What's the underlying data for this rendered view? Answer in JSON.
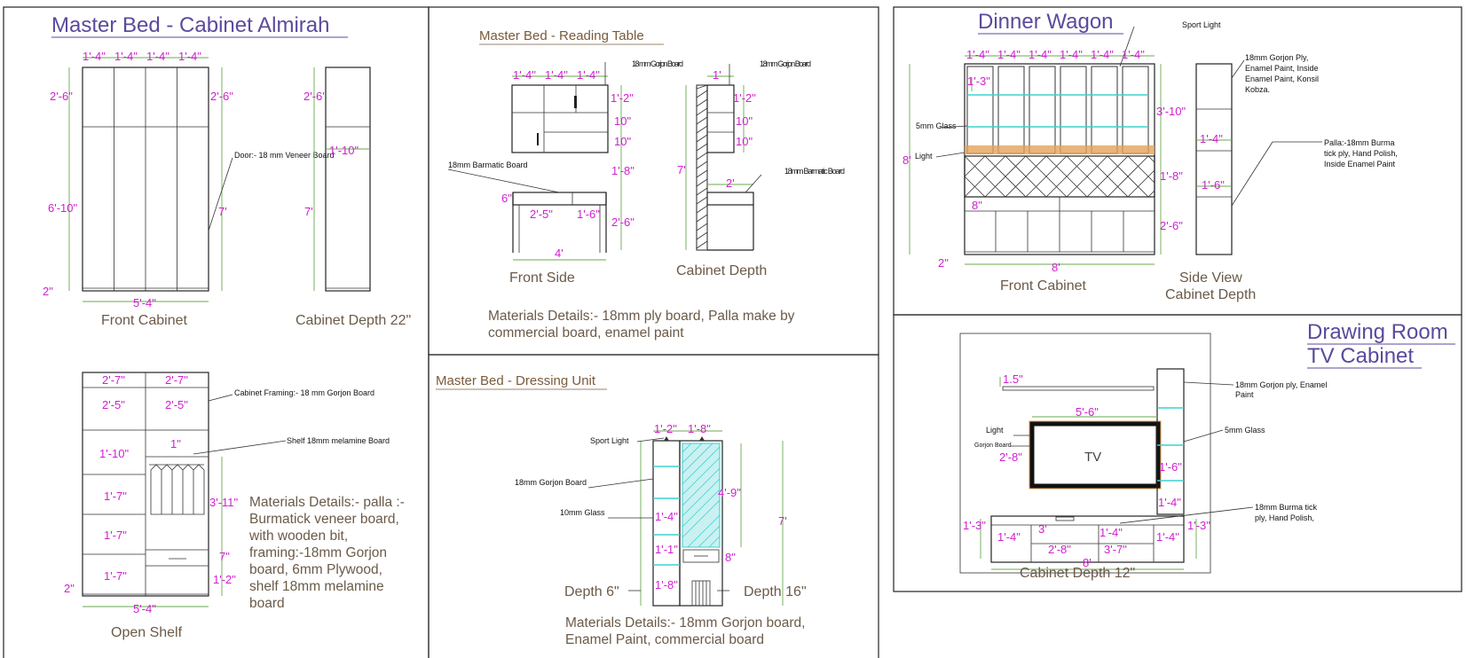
{
  "almirah": {
    "title": "Master Bed - Cabinet Almirah",
    "top_dims": [
      "1'-4\"",
      "1'-4\"",
      "1'-4\"",
      "1'-4\""
    ],
    "left_top": "2'-6\"",
    "right_top": "2'-6\"",
    "left_height": "6'-10\"",
    "right_height": "7'",
    "base": "2\"",
    "width": "5'-4\"",
    "door_note": "Door:- 18 mm Veneer Board",
    "front_caption": "Front Cabinet",
    "depth_top": "2'-6'",
    "depth_width": "1'-10\"",
    "depth_height": "7'",
    "depth_caption": "Cabinet Depth 22\""
  },
  "open_shelf": {
    "dims_left": [
      "2'-7\"",
      "2'-5\"",
      "1'-10\"",
      "1'-7\"",
      "1'-7\"",
      "1'-7\""
    ],
    "dims_right": [
      "2'-7\"",
      "2'-5\""
    ],
    "gap": "1\"",
    "hang": "3'-11\"",
    "drawer1": "7\"",
    "drawer2": "1'-2\"",
    "base": "2\"",
    "width": "5'-4\"",
    "framing_note": "Cabinet Framing:- 18 mm Gorjon Board",
    "shelf_note": "Shelf 18mm melamine Board",
    "materials": [
      "Materials Details:-  palla :-",
      "Burmatick veneer board,",
      "with wooden bit,",
      "framing:-18mm Gorjon",
      "board, 6mm Plywood,",
      "shelf 18mm melamine",
      "board"
    ],
    "caption": "Open Shelf"
  },
  "reading": {
    "title": "Master Bed - Reading Table",
    "top_dims": [
      "1'-4\"",
      "1'-4\"",
      "1'-4\""
    ],
    "gorjon_note": "18 mm Gorjon Board",
    "right_dims": [
      "1'-2\"",
      "10\"",
      "10\""
    ],
    "overall": "1'-8\"",
    "table": "2'-6\"",
    "barmatic_note": "18mm Barmatic Board",
    "desk_dims": [
      "2'-5\"",
      "1'-6\""
    ],
    "desk_h": "6\"",
    "width": "4'",
    "front_caption": "Front Side",
    "side_top": "1'",
    "side_gorjon": "18mm Gorjon Board",
    "side_dims": [
      "1'-2\"",
      "10\"",
      "10\""
    ],
    "side_height": "7'",
    "side_desk": "2'",
    "side_barmatic": "18mm Barmatic Board",
    "side_caption": "Cabinet Depth",
    "materials": [
      "Materials Details:-  18mm ply board, Palla make by",
      "commercial board, enamel paint"
    ]
  },
  "dressing": {
    "title": "Master Bed - Dressing Unit",
    "top_dims": [
      "1'-2\"",
      "1'-8\""
    ],
    "sport": "Sport Light",
    "gorjon": "18mm Gorjon  Board",
    "glass": "10mm Glass",
    "dims": [
      "1'-4\"",
      "1'-1\"",
      "1'-8\""
    ],
    "mirror": "4'-9\"",
    "drawer": "8\"",
    "height": "7'",
    "depth_l": "Depth 6\"",
    "depth_r": "Depth 16\"",
    "materials": [
      "Materials Details:- 18mm Gorjon board,",
      "Enamel Paint, commercial board"
    ]
  },
  "wagon": {
    "title": "Dinner Wagon",
    "sport": "Sport Light",
    "top_dims": [
      "1'-4\"",
      "1'-4\"",
      "1'-4\"",
      "1'-4\"",
      "1'-4\"",
      "1'-4\""
    ],
    "glass_dim": "1'-3\"",
    "glass_note": "5mm Glass",
    "light": "Light",
    "height": "8'",
    "upper": "3'-10\"",
    "mid": "1'-8\"",
    "shelf": "8\"",
    "lower": "2'-6\"",
    "base": "2\"",
    "width": "8'",
    "ply_note": [
      "18mm Gorjon Ply,",
      "Enamel Paint, Inside",
      "Enamel Paint, Konsil",
      "Kobza."
    ],
    "side1": "1'-4\"",
    "side2": "1'-6\"",
    "palla_note": [
      "Palla:-18mm Burma",
      "tick ply, Hand Polish,",
      "Inside Enamel Paint"
    ],
    "front_caption": "Front Cabinet",
    "side_caption": [
      "Side View",
      "Cabinet Depth"
    ]
  },
  "tv": {
    "title": [
      "Drawing Room",
      "TV Cabinet"
    ],
    "shelf_dim": "1.5\"",
    "tv_w": "5'-6\"",
    "tv_label": "TV",
    "light": "Light",
    "gorjon": "Gorjon Board",
    "tv_h": "2'-8\"",
    "ply_note": [
      "18mm Gorjon ply, Enamel",
      "Paint"
    ],
    "glass": "5mm Glass",
    "col_dim": "1'-6\"",
    "gap": "1'-4\"",
    "burma_note": [
      "18mm Burma tick",
      "ply, Hand Polish,"
    ],
    "unit_dims": [
      "1'-3\"",
      "1'-4\"",
      "3'",
      "2'-8\"",
      "1'-4\"",
      "3'-7\"",
      "1'-4\"",
      "1'-3\""
    ],
    "width": "8'",
    "caption": "Cabinet Depth 12\""
  }
}
